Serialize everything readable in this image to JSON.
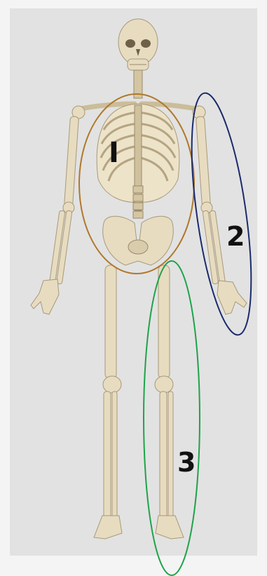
{
  "labels": {
    "region_1": "I",
    "region_2": "2",
    "region_3": "3"
  },
  "colors": {
    "background": "#f4f4f4",
    "panel": "#e2e2e2",
    "bone": "#e7dcc0",
    "region_1_outline": "#b0782a",
    "region_2_outline": "#1b2a6b",
    "region_3_outline": "#1ea34a",
    "label_text": "#111111"
  }
}
